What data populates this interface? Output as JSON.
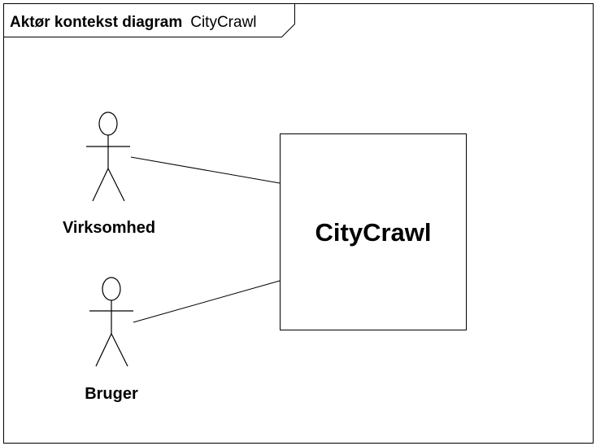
{
  "frame": {
    "title_bold": "Aktør kontekst diagram",
    "title_normal": "CityCrawl"
  },
  "system": {
    "label": "CityCrawl"
  },
  "actors": [
    {
      "label": "Virksomhed"
    },
    {
      "label": "Bruger"
    }
  ],
  "colors": {
    "stroke": "#000000",
    "background": "#ffffff"
  }
}
